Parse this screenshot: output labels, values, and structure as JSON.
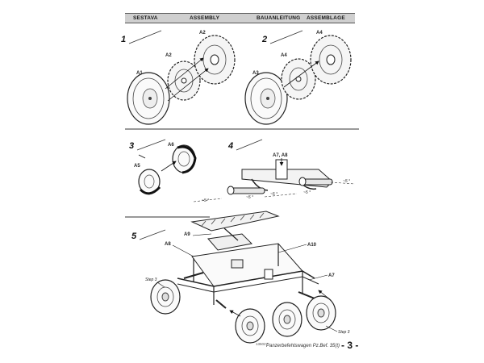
{
  "header": {
    "labels": [
      "SESTAVA",
      "ASSEMBLY",
      "BAUANLEITUNG",
      "ASSEMBLAGE"
    ]
  },
  "steps": [
    "1",
    "2",
    "3",
    "4",
    "5"
  ],
  "parts": {
    "step1": [
      "A1",
      "A2",
      "A2"
    ],
    "step2": [
      "A3",
      "A4",
      "A4"
    ],
    "step3": [
      "A5",
      "A6"
    ],
    "step4": "A7, A8",
    "step5": [
      "A8",
      "A9",
      "A10",
      "A7"
    ]
  },
  "dimensions": [
    "~5 °",
    "~5 °",
    "~5 °",
    "~5 °",
    "~5 °"
  ],
  "notes": [
    "Step 3",
    "Step 3"
  ],
  "footer": {
    "code": "135027",
    "title": "Panzerbefehlswagen Pz.Bef. 35(t)",
    "page": "- 3 -"
  }
}
